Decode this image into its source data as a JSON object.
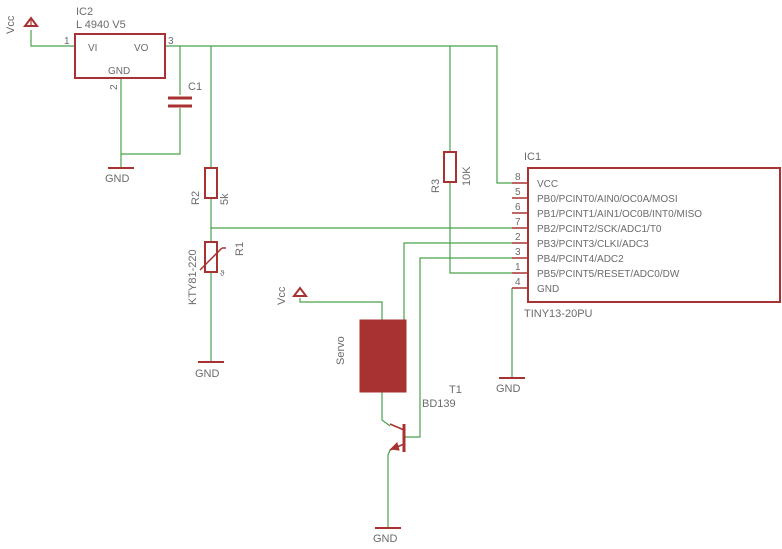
{
  "ic2": {
    "name": "IC2",
    "value": "L 4940 V5",
    "pin_vi": "VI",
    "pin_vo": "VO",
    "pin_gnd": "GND",
    "pin1": "1",
    "pin2": "2",
    "pin3": "3"
  },
  "ic1": {
    "name": "IC1",
    "value": "TINY13-20PU",
    "pins": [
      {
        "num": "8",
        "label": "VCC"
      },
      {
        "num": "5",
        "label": "PB0/PCINT0/AIN0/OC0A/MOSI"
      },
      {
        "num": "6",
        "label": "PB1/PCINT1/AIN1/OC0B/INT0/MISO"
      },
      {
        "num": "7",
        "label": "PB2/PCINT2/SCK/ADC1/T0"
      },
      {
        "num": "2",
        "label": "PB3/PCINT3/CLKI/ADC3"
      },
      {
        "num": "3",
        "label": "PB4/PCINT4/ADC2"
      },
      {
        "num": "1",
        "label": "PB5/PCINT5/RESET/ADC0/DW"
      },
      {
        "num": "4",
        "label": "GND"
      }
    ]
  },
  "c1": {
    "name": "C1"
  },
  "r2": {
    "name": "R2",
    "value": "5k"
  },
  "r3": {
    "name": "R3",
    "value": "10K"
  },
  "r1": {
    "name": "R1",
    "value": "KTY81-220"
  },
  "t1": {
    "name": "T1",
    "value": "BD139"
  },
  "servo": {
    "name": "Servo"
  },
  "supplies": {
    "vcc_top": "Vcc",
    "vcc_servo": "Vcc",
    "gnd_c1": "GND",
    "gnd_r1": "GND",
    "gnd_ic1": "GND",
    "gnd_t1": "GND"
  },
  "colors": {
    "wire": "#4aa14a",
    "part": "#a83232",
    "text": "#6b6b6b"
  }
}
